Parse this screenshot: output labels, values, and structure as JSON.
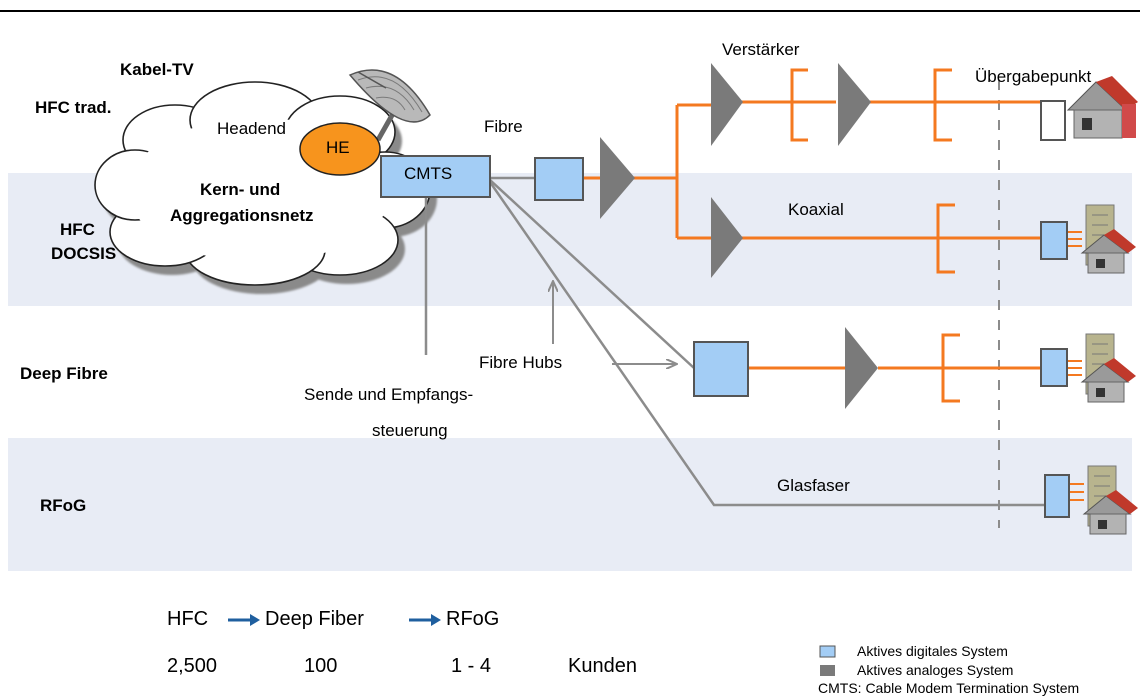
{
  "rows": {
    "kabel_tv": "Kabel-TV",
    "hfc_trad": "HFC trad.",
    "hfc_docsis_1": "HFC",
    "hfc_docsis_2": "DOCSIS",
    "deep_fibre": "Deep Fibre",
    "rfog": "RFoG"
  },
  "cloud": {
    "headend": "Headend",
    "he": "HE",
    "core_1": "Kern- und",
    "core_2": "Aggregationsnetz"
  },
  "nodes": {
    "cmts": "CMTS",
    "fibre": "Fibre",
    "verstaerker": "Verstärker",
    "uebergabepunkt": "Übergabepunkt",
    "koaxial": "Koaxial",
    "fibre_hubs": "Fibre Hubs",
    "sende_1": "Sende und Empfangs-",
    "sende_2": "steuerung",
    "glasfaser": "Glasfaser"
  },
  "progression": {
    "steps": [
      "HFC",
      "Deep Fiber",
      "RFoG"
    ],
    "counts": [
      "2,500",
      "100",
      "1 - 4"
    ],
    "unit": "Kunden"
  },
  "legend": {
    "digital": "Aktives digitales System",
    "analog": "Aktives analoges System",
    "cmts_note": "CMTS: Cable Modem Termination System"
  },
  "colors": {
    "band": "#e8ecf5",
    "orange": "#f47920",
    "digital_fill": "#a3cdf5",
    "analog_fill": "#777777",
    "he_fill": "#f7941d",
    "arrow_blue": "#1f5f9f",
    "grey_line": "#8c8c8c"
  }
}
